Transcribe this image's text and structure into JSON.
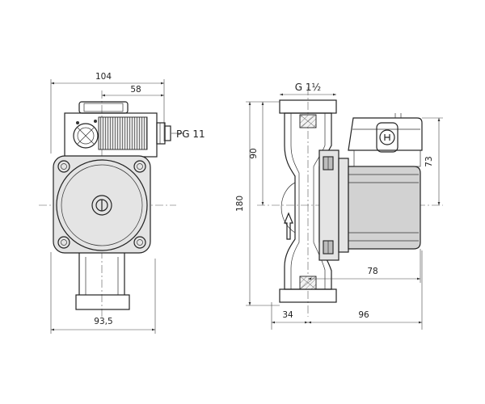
{
  "front_view": {
    "dim_overall_width": "104",
    "dim_axis_to_right": "58",
    "dim_base_width": "93,5",
    "cable_gland_label": "PG 11"
  },
  "side_view": {
    "thread_label": "G 1½",
    "dim_total_height": "180",
    "dim_flange_to_axis": "90",
    "dim_motor_height": "73",
    "dim_motor_length": "78",
    "dim_flange_to_axis_horizontal": "34",
    "dim_axis_to_motor_end": "96"
  }
}
